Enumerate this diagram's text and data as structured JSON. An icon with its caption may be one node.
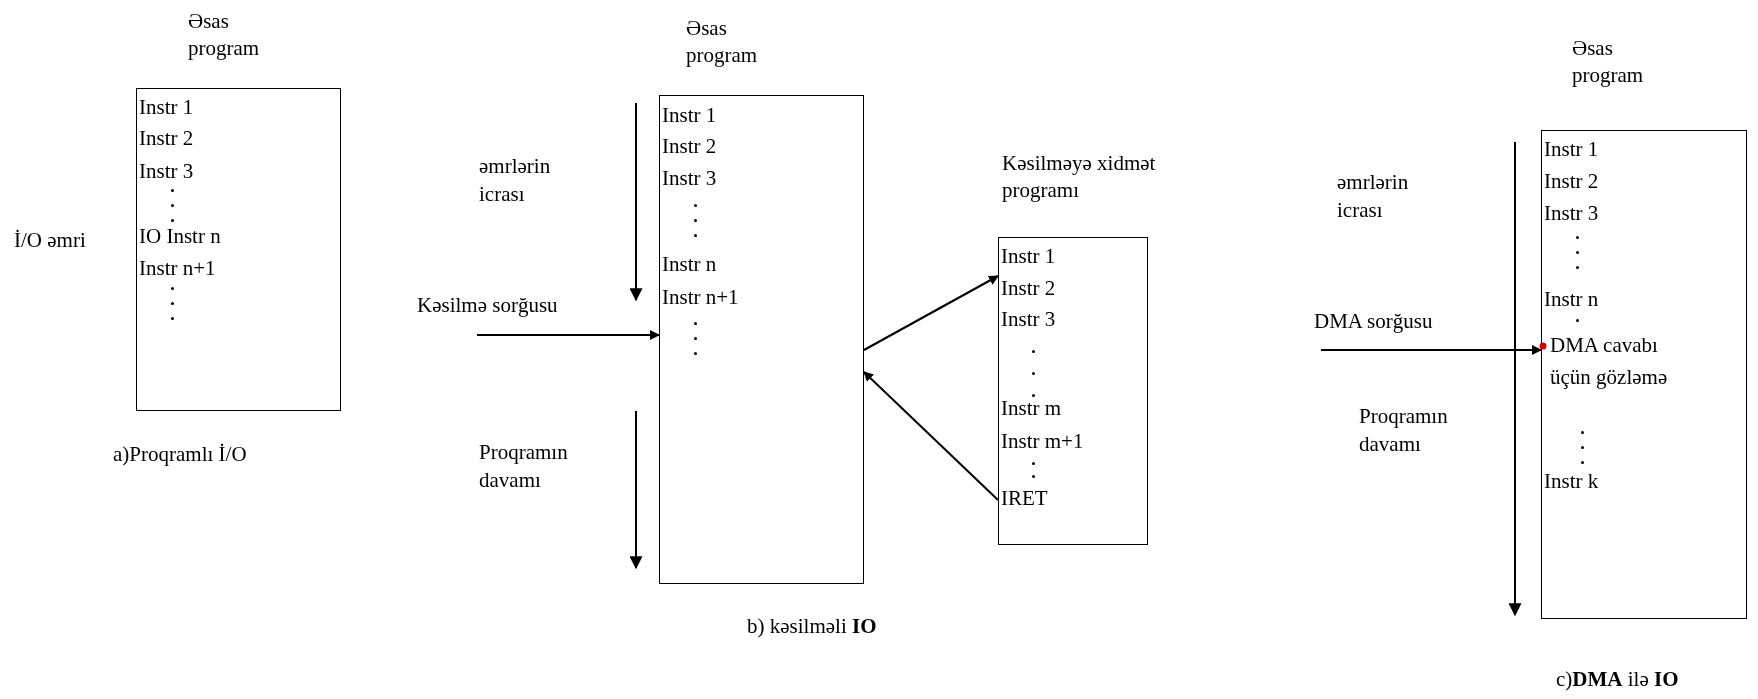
{
  "diagram": {
    "nodes": [
      {
        "text": [
          "Əsas program",
          "Instr 1",
          "Instr 2",
          "Instr 3",
          "IO Instr n",
          "Instr n+1"
        ]
      },
      {
        "text": [
          "Əsas program",
          "Instr 1",
          "Instr 2",
          "Instr 3",
          "Instr n",
          "Instr n+1"
        ]
      },
      {
        "text": [
          "Kəsilməyə xidmət programı",
          "Instr 1",
          "Instr 2",
          "Instr 3",
          "Instr m",
          "Instr m+1",
          "IRET"
        ]
      },
      {
        "text": [
          "Əsas program",
          "Instr 1",
          "Instr 2",
          "Instr 3",
          "Instr n",
          "DMA cavabı üçün gözləmə",
          "Instr k"
        ]
      }
    ],
    "edges": [
      {
        "from": null,
        "to": 1,
        "arrow": "to",
        "label": "Kəsilmə sorğusu"
      },
      {
        "from": 1,
        "to": 2,
        "arrow": "to"
      },
      {
        "from": 2,
        "to": 1,
        "arrow": "to"
      },
      {
        "from": null,
        "to": 3,
        "arrow": "to",
        "label": "DMA sorğusu"
      }
    ],
    "labels": [
      "İ/O əmri",
      "a)Proqramlı İ/O",
      "əmrlərin icrası",
      "Proqramın davamı",
      "b) kəsilməli **IO**",
      "əmrlərin icrası",
      "Proqramın davamı",
      "c)**DMA** ilə **IO**"
    ]
  }
}
